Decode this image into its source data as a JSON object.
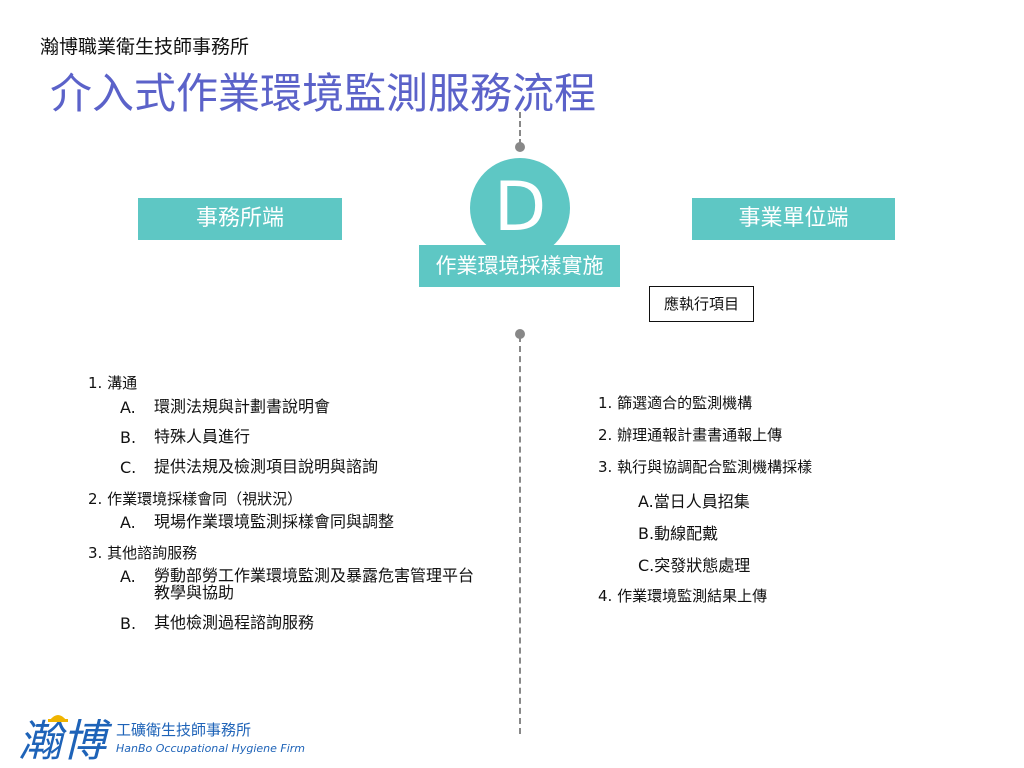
{
  "header": {
    "firm_name": "瀚博職業衛生技師事務所",
    "title": "介入式作業環境監測服務流程"
  },
  "stage": {
    "letter": "D",
    "name": "作業環境採樣實施",
    "color": "#5ec7c4"
  },
  "left_panel": {
    "label": "事務所端",
    "items": [
      {
        "head": "1. 溝通",
        "subs": [
          {
            "mark": "A.",
            "text": "環測法規與計劃書說明會"
          },
          {
            "mark": "B.",
            "text": "特殊人員進行"
          },
          {
            "mark": "C.",
            "text": "提供法規及檢測項目說明與諮詢"
          }
        ]
      },
      {
        "head": "2. 作業環境採樣會同（視狀況）",
        "subs": [
          {
            "mark": "A.",
            "text": "現場作業環境監測採樣會同與調整"
          }
        ]
      },
      {
        "head": "3. 其他諮詢服務",
        "subs": [
          {
            "mark": "A.",
            "text": "勞動部勞工作業環境監測及暴露危害管理平台教學與協助"
          },
          {
            "mark": "B.",
            "text": "其他檢測過程諮詢服務"
          }
        ]
      }
    ]
  },
  "right_panel": {
    "label": "事業單位端",
    "tag": "應執行項目",
    "items": [
      "1. 篩選適合的監測機構",
      "2. 辦理通報計畫書通報上傳",
      "3. 執行與協調配合監測機構採樣",
      "4. 作業環境監測結果上傳"
    ],
    "subs": [
      "A.當日人員招集",
      "B.動線配戴",
      "C.突發狀態處理"
    ]
  },
  "logo": {
    "chars": "瀚博",
    "cn": "工礦衛生技師事務所",
    "en": "HanBo Occupational Hygiene Firm"
  }
}
